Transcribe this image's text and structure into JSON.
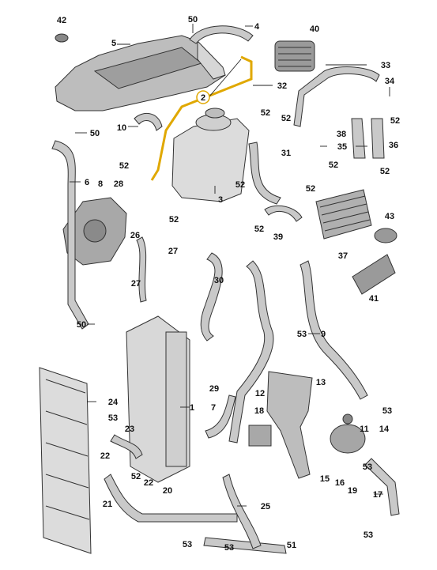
{
  "diagram": {
    "accent_color": "#e0a800",
    "callouts": [
      {
        "id": "c42",
        "text": "42"
      },
      {
        "id": "c5",
        "text": "5"
      },
      {
        "id": "c50a",
        "text": "50"
      },
      {
        "id": "c4",
        "text": "4"
      },
      {
        "id": "c40",
        "text": "40"
      },
      {
        "id": "c33",
        "text": "33"
      },
      {
        "id": "c2",
        "text": "2"
      },
      {
        "id": "c32",
        "text": "32"
      },
      {
        "id": "c34",
        "text": "34"
      },
      {
        "id": "c50b",
        "text": "50"
      },
      {
        "id": "c10",
        "text": "10"
      },
      {
        "id": "c52a",
        "text": "52"
      },
      {
        "id": "c52b",
        "text": "52"
      },
      {
        "id": "c52c",
        "text": "52"
      },
      {
        "id": "c38",
        "text": "38"
      },
      {
        "id": "c31",
        "text": "31"
      },
      {
        "id": "c36",
        "text": "36"
      },
      {
        "id": "c35",
        "text": "35"
      },
      {
        "id": "c6",
        "text": "6"
      },
      {
        "id": "c52d",
        "text": "52"
      },
      {
        "id": "c52e",
        "text": "52"
      },
      {
        "id": "c52f",
        "text": "52"
      },
      {
        "id": "c28",
        "text": "28"
      },
      {
        "id": "c3",
        "text": "3"
      },
      {
        "id": "c8",
        "text": "8"
      },
      {
        "id": "c52g",
        "text": "52"
      },
      {
        "id": "c52h",
        "text": "52"
      },
      {
        "id": "c52i",
        "text": "52"
      },
      {
        "id": "c43",
        "text": "43"
      },
      {
        "id": "c26",
        "text": "26"
      },
      {
        "id": "c52j",
        "text": "52"
      },
      {
        "id": "c39",
        "text": "39"
      },
      {
        "id": "c27a",
        "text": "27"
      },
      {
        "id": "c37",
        "text": "37"
      },
      {
        "id": "c30",
        "text": "30"
      },
      {
        "id": "c27b",
        "text": "27"
      },
      {
        "id": "c41",
        "text": "41"
      },
      {
        "id": "c50c",
        "text": "50"
      },
      {
        "id": "c9",
        "text": "9"
      },
      {
        "id": "c53a",
        "text": "53"
      },
      {
        "id": "c29",
        "text": "29"
      },
      {
        "id": "c13",
        "text": "13"
      },
      {
        "id": "c12",
        "text": "12"
      },
      {
        "id": "c24",
        "text": "24"
      },
      {
        "id": "c1",
        "text": "1"
      },
      {
        "id": "c7",
        "text": "7"
      },
      {
        "id": "c53b",
        "text": "53"
      },
      {
        "id": "c18",
        "text": "18"
      },
      {
        "id": "c53c",
        "text": "53"
      },
      {
        "id": "c11",
        "text": "11"
      },
      {
        "id": "c14",
        "text": "14"
      },
      {
        "id": "c23",
        "text": "23"
      },
      {
        "id": "c22a",
        "text": "22"
      },
      {
        "id": "c52k",
        "text": "52"
      },
      {
        "id": "c15",
        "text": "15"
      },
      {
        "id": "c16",
        "text": "16"
      },
      {
        "id": "c53d",
        "text": "53"
      },
      {
        "id": "c19",
        "text": "19"
      },
      {
        "id": "c22b",
        "text": "22"
      },
      {
        "id": "c21",
        "text": "21"
      },
      {
        "id": "c20",
        "text": "20"
      },
      {
        "id": "c25",
        "text": "25"
      },
      {
        "id": "c17",
        "text": "17"
      },
      {
        "id": "c53e",
        "text": "53"
      },
      {
        "id": "c53f",
        "text": "53"
      },
      {
        "id": "c53g",
        "text": "53"
      },
      {
        "id": "c51",
        "text": "51"
      }
    ]
  }
}
